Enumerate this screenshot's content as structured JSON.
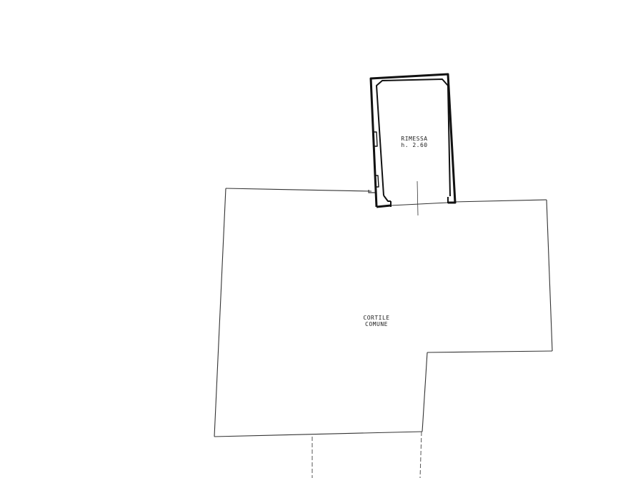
{
  "plan": {
    "room": {
      "name": "RIMESSA",
      "height": "h. 2.60"
    },
    "courtyard": {
      "line1": "CORTILE",
      "line2": "COMUNE"
    }
  }
}
